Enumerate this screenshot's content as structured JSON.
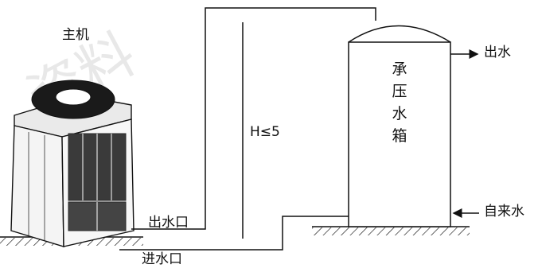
{
  "labels": {
    "host": "主机",
    "outlet_top": "出水",
    "height_note": "H≤5",
    "tank_chars": [
      "承",
      "压",
      "水",
      "箱"
    ],
    "tap_water": "自来水",
    "unit_outlet": "出水口",
    "unit_inlet": "进水口"
  },
  "watermark": "资料",
  "colors": {
    "line": "#111111",
    "unit_body": "#f4f4f4",
    "unit_grille": "#2a2a2a",
    "fan": "#1a1a1a"
  }
}
